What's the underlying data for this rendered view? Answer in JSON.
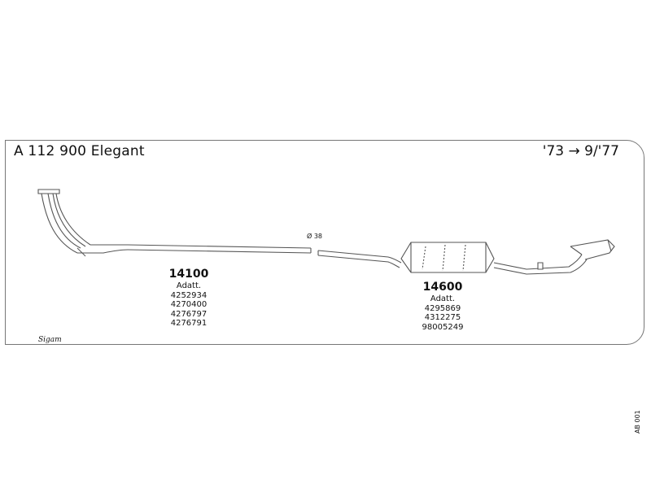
{
  "header": {
    "title": "A 112 900 Elegant",
    "years": "'73 → 9/'77"
  },
  "diameter_label": "Ø 38",
  "parts": [
    {
      "number": "14100",
      "note": "Adatt.",
      "codes": [
        "4252934",
        "4270400",
        "4276797",
        "4276791"
      ]
    },
    {
      "number": "14600",
      "note": "Adatt.",
      "codes": [
        "4295869",
        "4312275",
        "98005249"
      ]
    }
  ],
  "sheet_code": "AB 001",
  "logo_text": "Sigam"
}
